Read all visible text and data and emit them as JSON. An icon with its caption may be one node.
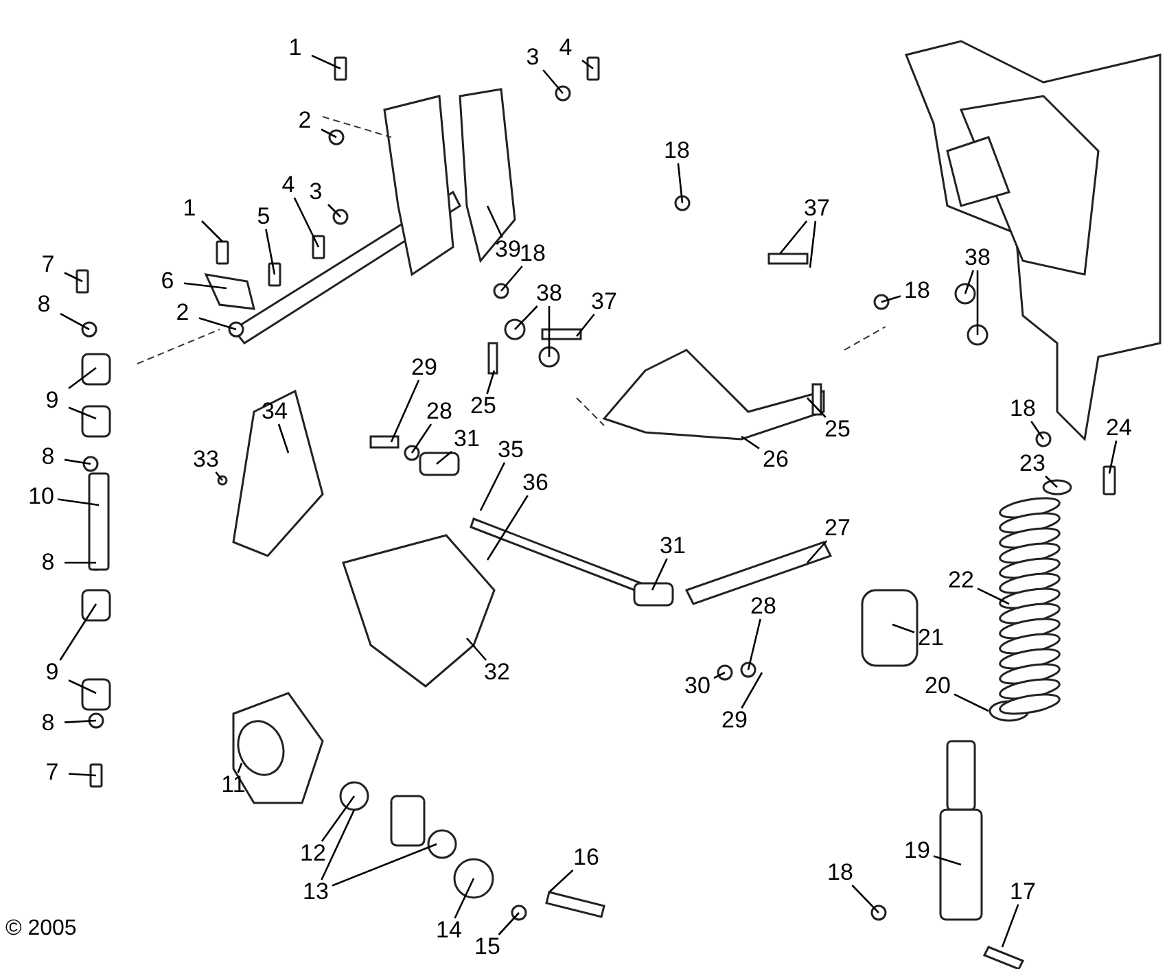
{
  "diagram": {
    "nodes": [
      {
        "text": [
          "1"
        ]
      },
      {
        "text": [
          "2"
        ]
      },
      {
        "text": [
          "3"
        ]
      },
      {
        "text": [
          "4"
        ]
      },
      {
        "text": [
          "39"
        ]
      },
      {
        "text": [
          "4"
        ]
      },
      {
        "text": [
          "3"
        ]
      },
      {
        "text": [
          "1"
        ]
      },
      {
        "text": [
          "5"
        ]
      },
      {
        "text": [
          "6"
        ]
      },
      {
        "text": [
          "2"
        ]
      },
      {
        "text": [
          "7"
        ]
      },
      {
        "text": [
          "8"
        ]
      },
      {
        "text": [
          "9"
        ]
      },
      {
        "text": [
          "8"
        ]
      },
      {
        "text": [
          "10"
        ]
      },
      {
        "text": [
          "8"
        ]
      },
      {
        "text": [
          "9"
        ]
      },
      {
        "text": [
          "8"
        ]
      },
      {
        "text": [
          "7"
        ]
      },
      {
        "text": [
          "11"
        ]
      },
      {
        "text": [
          "12"
        ]
      },
      {
        "text": [
          "13"
        ]
      },
      {
        "text": [
          "14"
        ]
      },
      {
        "text": [
          "15"
        ]
      },
      {
        "text": [
          "16"
        ]
      },
      {
        "text": [
          "17"
        ]
      },
      {
        "text": [
          "18"
        ]
      },
      {
        "text": [
          "19"
        ]
      },
      {
        "text": [
          "20"
        ]
      },
      {
        "text": [
          "21"
        ]
      },
      {
        "text": [
          "22"
        ]
      },
      {
        "text": [
          "23"
        ]
      },
      {
        "text": [
          "24"
        ]
      },
      {
        "text": [
          "18"
        ]
      },
      {
        "text": [
          "18"
        ]
      },
      {
        "text": [
          "38"
        ]
      },
      {
        "text": [
          "37"
        ]
      },
      {
        "text": [
          "18"
        ]
      },
      {
        "text": [
          "18"
        ]
      },
      {
        "text": [
          "38"
        ]
      },
      {
        "text": [
          "37"
        ]
      },
      {
        "text": [
          "25"
        ]
      },
      {
        "text": [
          "26"
        ]
      },
      {
        "text": [
          "25"
        ]
      },
      {
        "text": [
          "29"
        ]
      },
      {
        "text": [
          "28"
        ]
      },
      {
        "text": [
          "31"
        ]
      },
      {
        "text": [
          "33"
        ]
      },
      {
        "text": [
          "34"
        ]
      },
      {
        "text": [
          "35"
        ]
      },
      {
        "text": [
          "36"
        ]
      },
      {
        "text": [
          "32"
        ]
      },
      {
        "text": [
          "31"
        ]
      },
      {
        "text": [
          "27"
        ]
      },
      {
        "text": [
          "28"
        ]
      },
      {
        "text": [
          "30"
        ]
      },
      {
        "text": [
          "29"
        ]
      }
    ],
    "edges": [
      {
        "from": 0,
        "to": null,
        "arrow": "none"
      },
      {
        "from": 1,
        "to": null,
        "arrow": "none"
      },
      {
        "from": 2,
        "to": null,
        "arrow": "none"
      },
      {
        "from": 3,
        "to": null,
        "arrow": "none"
      },
      {
        "from": 4,
        "to": null,
        "arrow": "none"
      },
      {
        "from": 5,
        "to": null,
        "arrow": "none"
      },
      {
        "from": 6,
        "to": null,
        "arrow": "none"
      },
      {
        "from": 7,
        "to": null,
        "arrow": "none"
      },
      {
        "from": 8,
        "to": null,
        "arrow": "none"
      },
      {
        "from": 9,
        "to": null,
        "arrow": "none"
      },
      {
        "from": 10,
        "to": null,
        "arrow": "none"
      },
      {
        "from": 11,
        "to": null,
        "arrow": "none"
      },
      {
        "from": 12,
        "to": null,
        "arrow": "none"
      },
      {
        "from": 13,
        "to": null,
        "arrow": "none"
      },
      {
        "from": 13,
        "to": null,
        "arrow": "none"
      },
      {
        "from": 14,
        "to": null,
        "arrow": "none"
      },
      {
        "from": 15,
        "to": null,
        "arrow": "none"
      },
      {
        "from": 16,
        "to": null,
        "arrow": "none"
      },
      {
        "from": 17,
        "to": null,
        "arrow": "none"
      },
      {
        "from": 17,
        "to": null,
        "arrow": "none"
      },
      {
        "from": 18,
        "to": null,
        "arrow": "none"
      },
      {
        "from": 19,
        "to": null,
        "arrow": "none"
      },
      {
        "from": 20,
        "to": null,
        "arrow": "none"
      },
      {
        "from": 21,
        "to": null,
        "arrow": "none"
      },
      {
        "from": 22,
        "to": null,
        "arrow": "none"
      },
      {
        "from": 22,
        "to": null,
        "arrow": "none"
      },
      {
        "from": 23,
        "to": null,
        "arrow": "none"
      },
      {
        "from": 24,
        "to": null,
        "arrow": "none"
      },
      {
        "from": 25,
        "to": null,
        "arrow": "none"
      },
      {
        "from": 26,
        "to": null,
        "arrow": "none"
      },
      {
        "from": 27,
        "to": null,
        "arrow": "none"
      },
      {
        "from": 28,
        "to": null,
        "arrow": "none"
      },
      {
        "from": 29,
        "to": null,
        "arrow": "none"
      },
      {
        "from": 30,
        "to": null,
        "arrow": "none"
      },
      {
        "from": 31,
        "to": null,
        "arrow": "none"
      },
      {
        "from": 32,
        "to": null,
        "arrow": "none"
      },
      {
        "from": 33,
        "to": null,
        "arrow": "none"
      },
      {
        "from": 34,
        "to": null,
        "arrow": "none"
      },
      {
        "from": 35,
        "to": null,
        "arrow": "none"
      },
      {
        "from": 36,
        "to": null,
        "arrow": "none"
      },
      {
        "from": 36,
        "to": null,
        "arrow": "none"
      },
      {
        "from": 37,
        "to": null,
        "arrow": "none"
      },
      {
        "from": 37,
        "to": null,
        "arrow": "none"
      },
      {
        "from": 38,
        "to": null,
        "arrow": "none"
      },
      {
        "from": 39,
        "to": null,
        "arrow": "none"
      },
      {
        "from": 40,
        "to": null,
        "arrow": "none"
      },
      {
        "from": 40,
        "to": null,
        "arrow": "none"
      },
      {
        "from": 41,
        "to": null,
        "arrow": "none"
      },
      {
        "from": 42,
        "to": null,
        "arrow": "none"
      },
      {
        "from": 43,
        "to": null,
        "arrow": "none"
      },
      {
        "from": 44,
        "to": null,
        "arrow": "none"
      },
      {
        "from": 45,
        "to": null,
        "arrow": "none"
      },
      {
        "from": 46,
        "to": null,
        "arrow": "none"
      },
      {
        "from": 47,
        "to": null,
        "arrow": "none"
      },
      {
        "from": 48,
        "to": null,
        "arrow": "none"
      },
      {
        "from": 49,
        "to": null,
        "arrow": "none"
      },
      {
        "from": 50,
        "to": null,
        "arrow": "none"
      },
      {
        "from": 51,
        "to": null,
        "arrow": "none"
      },
      {
        "from": 52,
        "to": null,
        "arrow": "none"
      },
      {
        "from": 53,
        "to": null,
        "arrow": "none"
      },
      {
        "from": 54,
        "to": null,
        "arrow": "none"
      },
      {
        "from": 55,
        "to": null,
        "arrow": "none"
      },
      {
        "from": 56,
        "to": null,
        "arrow": "none"
      },
      {
        "from": 57,
        "to": null,
        "arrow": "none"
      }
    ],
    "labels": [
      "© 2005"
    ]
  }
}
